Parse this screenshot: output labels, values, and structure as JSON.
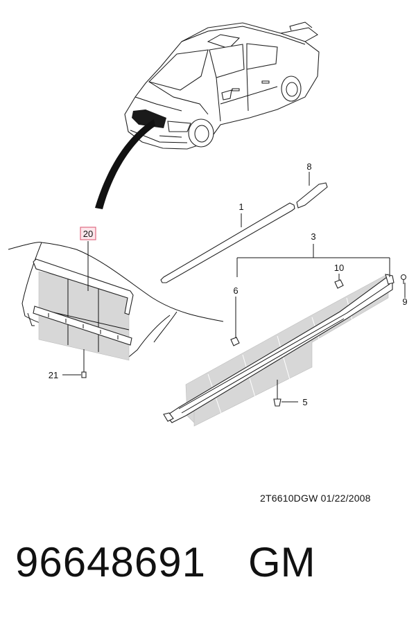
{
  "diagram": {
    "callouts": {
      "c1": "1",
      "c3": "3",
      "c5": "5",
      "c6": "6",
      "c8": "8",
      "c9": "9",
      "c10": "10",
      "c20": "20",
      "c21": "21"
    },
    "highlighted_callout": "20",
    "highlight_color": "#e06a82",
    "drawing_code": "2T6610DGW  01/22/2008"
  },
  "footer": {
    "part_number": "96648691",
    "brand": "GM"
  }
}
